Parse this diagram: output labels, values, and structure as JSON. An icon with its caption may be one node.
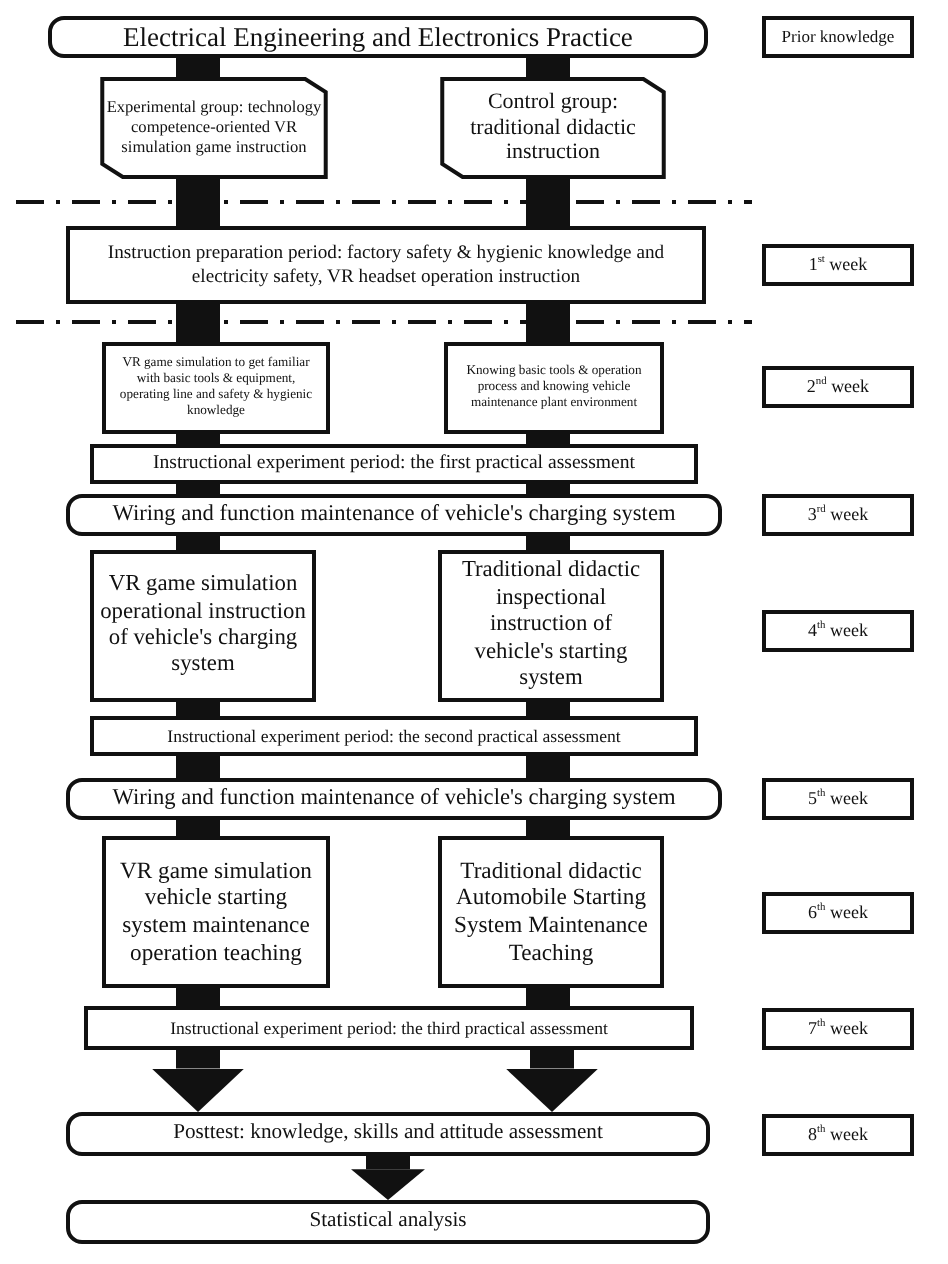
{
  "diagram": {
    "nodes": [
      {
        "text": [
          "Electrical Engineering and Electronics Practice"
        ]
      },
      {
        "text": [
          "Prior knowledge"
        ]
      },
      {
        "text": [
          "Experimental group: technology competence-oriented VR simulation game instruction"
        ]
      },
      {
        "text": [
          "Control group: traditional didactic instruction"
        ]
      },
      {
        "text": [
          "Instruction preparation period: factory safety & hygienic knowledge and electricity safety, VR headset operation instruction"
        ]
      },
      {
        "text": [
          "1$^{st}$ week"
        ]
      },
      {
        "text": [
          "VR game simulation to get familiar with basic tools & equipment, operating line and safety & hygienic knowledge"
        ]
      },
      {
        "text": [
          "Knowing basic tools & operation process and knowing vehicle maintenance plant environment"
        ]
      },
      {
        "text": [
          "2$^{nd}$ week"
        ]
      },
      {
        "text": [
          "Instructional experiment period: the first practical assessment"
        ]
      },
      {
        "text": [
          "Wiring and function maintenance of vehicle's charging system"
        ]
      },
      {
        "text": [
          "3$^{rd}$ week"
        ]
      },
      {
        "text": [
          "VR game simulation operational instruction of vehicle's charging system"
        ]
      },
      {
        "text": [
          "Traditional didactic inspectional instruction of vehicle's starting system"
        ]
      },
      {
        "text": [
          "4$^{th}$ week"
        ]
      },
      {
        "text": [
          "Instructional experiment period: the second practical assessment"
        ]
      },
      {
        "text": [
          "Wiring and function maintenance of vehicle's charging system"
        ]
      },
      {
        "text": [
          "5$^{th}$ week"
        ]
      },
      {
        "text": [
          "VR game simulation vehicle starting system maintenance operation teaching"
        ]
      },
      {
        "text": [
          "Traditional didactic Automobile Starting System Maintenance Teaching"
        ]
      },
      {
        "text": [
          "6$^{th}$ week"
        ]
      },
      {
        "text": [
          "Instructional experiment period: the third practical assessment"
        ]
      },
      {
        "text": [
          "7$^{th}$ week"
        ]
      },
      {
        "text": [
          "Posttest: knowledge, skills and attitude assessment"
        ]
      },
      {
        "text": [
          "8$^{th}$ week"
        ]
      },
      {
        "text": [
          "Statistical analysis"
        ]
      }
    ],
    "edges": [
      {
        "from": 0,
        "to": 2,
        "arrow": "none"
      },
      {
        "from": 0,
        "to": 3,
        "arrow": "none"
      },
      {
        "from": 2,
        "to": 4,
        "arrow": "none"
      },
      {
        "from": 3,
        "to": 4,
        "arrow": "none"
      },
      {
        "from": 4,
        "to": 6,
        "arrow": "none"
      },
      {
        "from": 4,
        "to": 7,
        "arrow": "none"
      },
      {
        "from": 6,
        "to": 9,
        "arrow": "none"
      },
      {
        "from": 7,
        "to": 9,
        "arrow": "none"
      },
      {
        "from": 9,
        "to": 10,
        "arrow": "none"
      },
      {
        "from": 9,
        "to": 10,
        "arrow": "none"
      },
      {
        "from": 10,
        "to": 12,
        "arrow": "none"
      },
      {
        "from": 10,
        "to": 13,
        "arrow": "none"
      },
      {
        "from": 12,
        "to": 15,
        "arrow": "none"
      },
      {
        "from": 13,
        "to": 15,
        "arrow": "none"
      },
      {
        "from": 15,
        "to": 16,
        "arrow": "none"
      },
      {
        "from": 15,
        "to": 16,
        "arrow": "none"
      },
      {
        "from": 16,
        "to": 18,
        "arrow": "none"
      },
      {
        "from": 16,
        "to": 19,
        "arrow": "none"
      },
      {
        "from": 18,
        "to": 21,
        "arrow": "none"
      },
      {
        "from": 19,
        "to": 21,
        "arrow": "none"
      },
      {
        "from": 21,
        "to": 23,
        "arrow": "to"
      },
      {
        "from": 21,
        "to": 23,
        "arrow": "to"
      },
      {
        "from": 23,
        "to": 25,
        "arrow": "to"
      }
    ]
  }
}
